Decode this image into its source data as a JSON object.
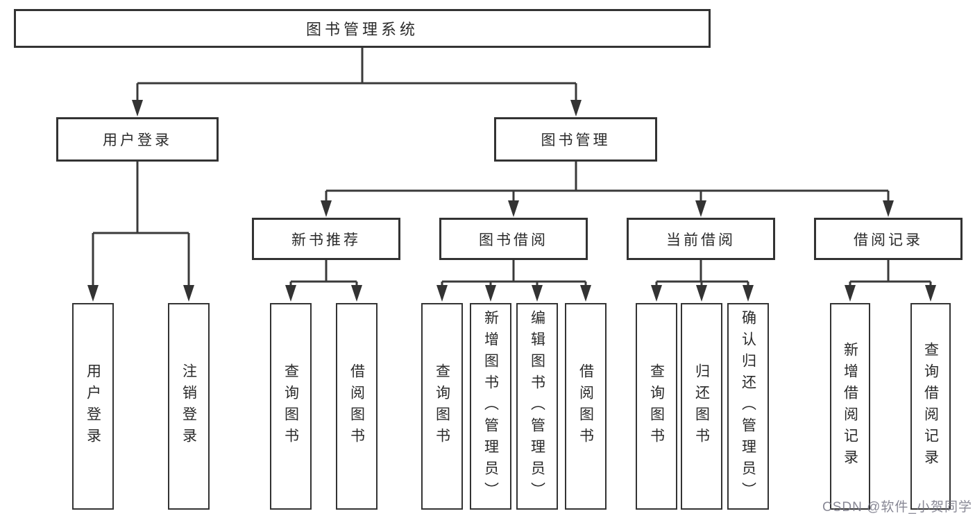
{
  "tree": {
    "root": {
      "label": "图书管理系统"
    },
    "level2": [
      {
        "label": "用户登录",
        "children": [
          "用户登录",
          "注销登录"
        ]
      },
      {
        "label": "图书管理"
      }
    ],
    "level3": [
      {
        "label": "新书推荐",
        "children": [
          "查询图书",
          "借阅图书"
        ]
      },
      {
        "label": "图书借阅",
        "children": [
          "查询图书",
          "新增图书（管理员）",
          "编辑图书（管理员）",
          "借阅图书"
        ]
      },
      {
        "label": "当前借阅",
        "children": [
          "查询图书",
          "归还图书",
          "确认归还（管理员）"
        ]
      },
      {
        "label": "借阅记录",
        "children": [
          "新增借阅记录",
          "查询借阅记录"
        ]
      }
    ]
  },
  "watermark": "CSDN @软件_小贺同学",
  "colors": {
    "line": "#3a3a3a",
    "border": "#333333",
    "text": "#2a2a2a",
    "background": "#ffffff",
    "watermark": "#737382"
  }
}
